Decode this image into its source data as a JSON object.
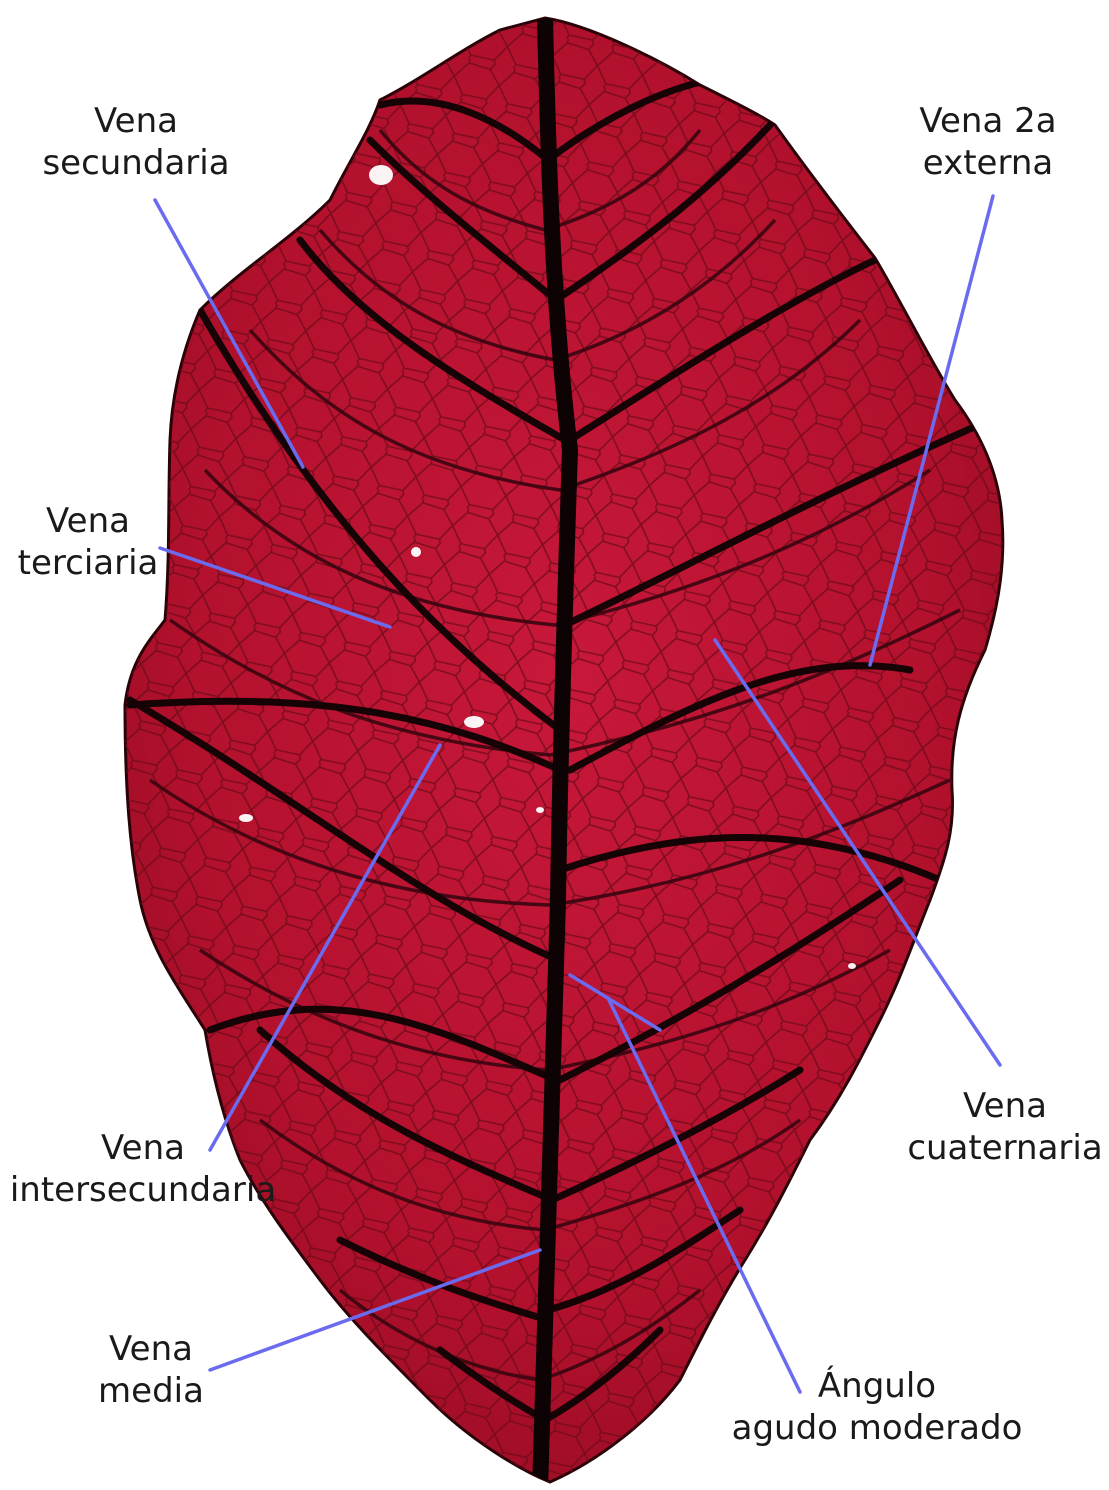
{
  "figure": {
    "colors": {
      "leaf_fill": "#b5122e",
      "leaf_light": "#d01a3a",
      "vein_dark": "#1a0508",
      "vein_minor": "#5e0714",
      "leader_line": "#6b6bf0"
    },
    "labels": {
      "secundaria": [
        "Vena",
        "secundaria"
      ],
      "externa": [
        "Vena 2a",
        "externa"
      ],
      "terciaria": [
        "Vena",
        "terciaria"
      ],
      "cuaternaria": [
        "Vena",
        "cuaternaria"
      ],
      "intersecundaria": [
        "Vena",
        "intersecundaria"
      ],
      "media": [
        "Vena",
        "media"
      ],
      "angulo": [
        "Ángulo",
        "agudo moderado"
      ]
    }
  }
}
